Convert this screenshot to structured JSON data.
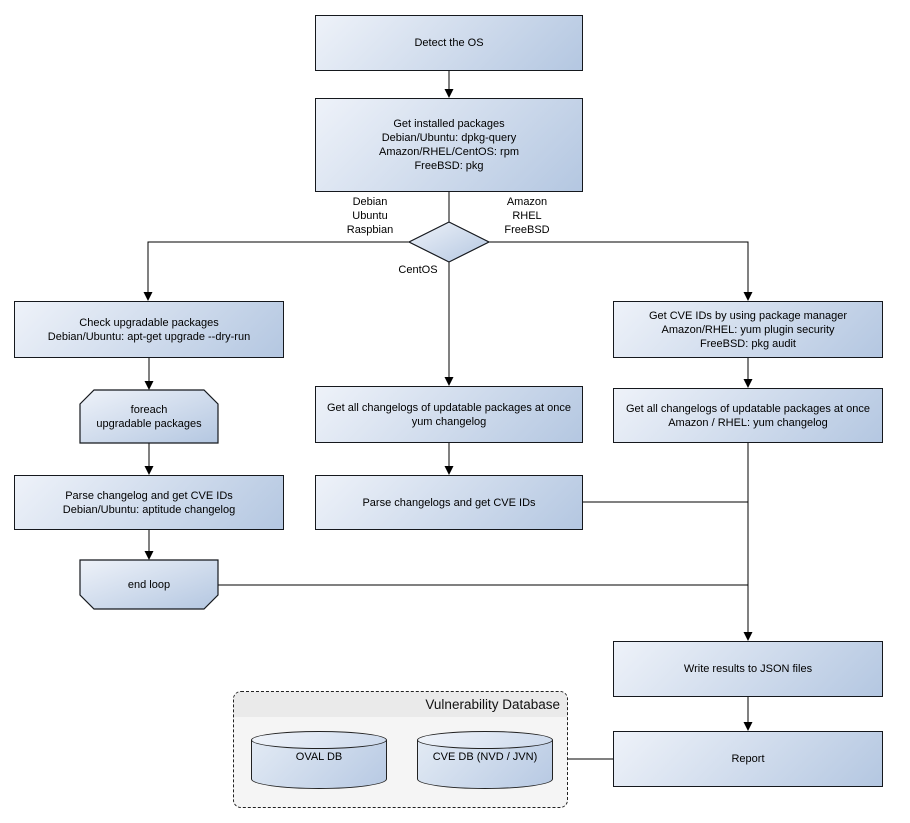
{
  "diagram": {
    "type": "flowchart",
    "nodes": {
      "detect_os": "Detect the OS",
      "get_installed": "Get installed packages\nDebian/Ubuntu: dpkg-query\nAmazon/RHEL/CentOS: rpm\nFreeBSD: pkg",
      "check_upgradable": "Check upgradable packages\nDebian/Ubuntu: apt-get upgrade --dry-run",
      "foreach_loop": "foreach\nupgradable  packages",
      "parse_changelog_deb": "Parse changelog and get  CVE IDs\nDebian/Ubuntu: aptitude changelog",
      "end_loop": "end loop",
      "get_changelogs_centos": "Get all changelogs of updatable packages at once\nyum changelog",
      "parse_changelogs_centos": "Parse changelogs and get CVE IDs",
      "get_cve_pkg_manager": "Get CVE IDs by using package manager\nAmazon/RHEL: yum plugin security\nFreeBSD: pkg audit",
      "get_changelogs_amazon": "Get all changelogs of updatable packages at once\nAmazon / RHEL: yum changelog",
      "write_results": "Write results to JSON files",
      "report": "Report"
    },
    "branch_labels": {
      "left": "Debian\nUbuntu\nRaspbian",
      "right": "Amazon\nRHEL\nFreeBSD",
      "bottom": "CentOS"
    },
    "vulndb": {
      "title": "Vulnerability Database",
      "databases": {
        "oval": "OVAL DB",
        "cve": "CVE DB (NVD / JVN)"
      }
    },
    "colors": {
      "node_gradient_start": "#eef2f9",
      "node_gradient_end": "#b4c7e1",
      "node_border": "#15181d",
      "connector": "#000000",
      "vulndb_background": "#f5f5f5",
      "vulndb_header_background": "#eaeaea",
      "canvas_background": "#ffffff"
    }
  }
}
